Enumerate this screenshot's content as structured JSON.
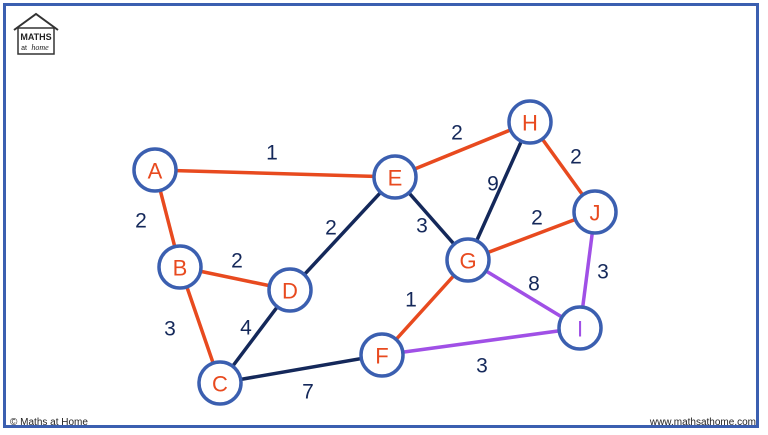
{
  "logo": {
    "line1": "MATHS",
    "line2": "at",
    "line3": "home"
  },
  "footer": {
    "left": "© Maths at Home",
    "right": "www.mathsathome.com"
  },
  "colors": {
    "frame": "#3b5fb0",
    "red": "#e84a1f",
    "navy": "#14285a",
    "purple": "#a050e6",
    "node_stroke": "#3b5fb0"
  },
  "nodes": [
    {
      "id": "A",
      "label": "A",
      "color": "red"
    },
    {
      "id": "B",
      "label": "B",
      "color": "red"
    },
    {
      "id": "C",
      "label": "C",
      "color": "red"
    },
    {
      "id": "D",
      "label": "D",
      "color": "red"
    },
    {
      "id": "E",
      "label": "E",
      "color": "red"
    },
    {
      "id": "F",
      "label": "F",
      "color": "red"
    },
    {
      "id": "G",
      "label": "G",
      "color": "red"
    },
    {
      "id": "H",
      "label": "H",
      "color": "red"
    },
    {
      "id": "I",
      "label": "I",
      "color": "purple"
    },
    {
      "id": "J",
      "label": "J",
      "color": "red"
    }
  ],
  "edges": [
    {
      "from": "A",
      "to": "E",
      "weight": "1",
      "color": "red"
    },
    {
      "from": "A",
      "to": "B",
      "weight": "2",
      "color": "red"
    },
    {
      "from": "B",
      "to": "D",
      "weight": "2",
      "color": "red"
    },
    {
      "from": "B",
      "to": "C",
      "weight": "3",
      "color": "red"
    },
    {
      "from": "C",
      "to": "D",
      "weight": "4",
      "color": "navy"
    },
    {
      "from": "C",
      "to": "F",
      "weight": "7",
      "color": "navy"
    },
    {
      "from": "D",
      "to": "E",
      "weight": "2",
      "color": "navy"
    },
    {
      "from": "E",
      "to": "H",
      "weight": "2",
      "color": "red"
    },
    {
      "from": "E",
      "to": "G",
      "weight": "3",
      "color": "navy"
    },
    {
      "from": "H",
      "to": "G",
      "weight": "9",
      "color": "navy"
    },
    {
      "from": "H",
      "to": "J",
      "weight": "2",
      "color": "red"
    },
    {
      "from": "G",
      "to": "J",
      "weight": "2",
      "color": "red"
    },
    {
      "from": "G",
      "to": "F",
      "weight": "1",
      "color": "red"
    },
    {
      "from": "G",
      "to": "I",
      "weight": "8",
      "color": "purple"
    },
    {
      "from": "J",
      "to": "I",
      "weight": "3",
      "color": "purple"
    },
    {
      "from": "F",
      "to": "I",
      "weight": "3",
      "color": "purple"
    }
  ]
}
